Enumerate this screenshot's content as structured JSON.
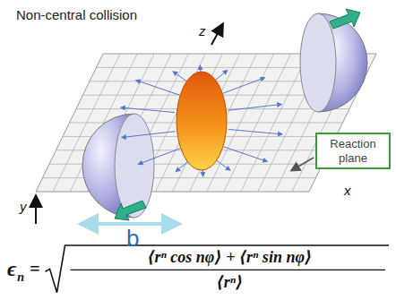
{
  "diagram": {
    "nodes": [
      {
        "text": [
          "Reaction plane"
        ]
      }
    ],
    "labels": [
      "Non-central collision",
      "z",
      "y",
      "x",
      "b",
      "ϵ",
      "n",
      "=",
      "⟨rⁿ cos nφ⟩ + ⟨rⁿ sin nφ⟩",
      "⟨rⁿ⟩"
    ]
  }
}
